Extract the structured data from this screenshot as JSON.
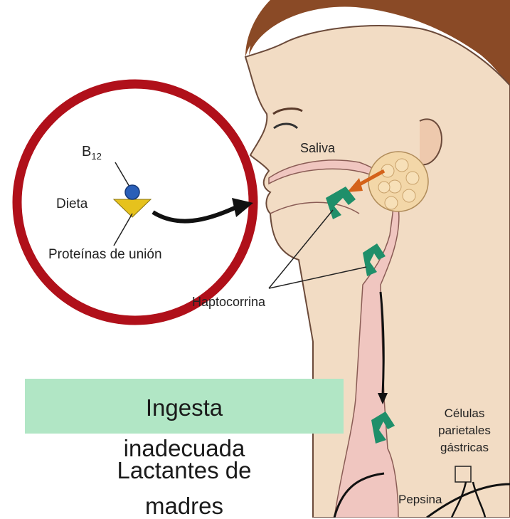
{
  "labels": {
    "b12": "B",
    "b12_sub": "12",
    "dieta": "Dieta",
    "proteinas": "Proteínas de unión",
    "saliva": "Saliva",
    "haptocorrina": "Haptocorrina",
    "celulas": [
      "Células",
      "parietales",
      "gástricas"
    ],
    "pepsina": "Pepsina"
  },
  "overlay": {
    "ingesta_line1": "Ingesta",
    "ingesta_line2": "inadecuada",
    "lactantes_line1": "Lactantes de",
    "lactantes_line2": "madres"
  },
  "colors": {
    "circle": "#b0101a",
    "skin": "#f2dcc4",
    "hair": "#8a4a26",
    "tract": "#f0c6c0",
    "protein": "#1f8f6a",
    "gland": "#f3d7a8",
    "highlight_box": "#b1e6c5"
  }
}
